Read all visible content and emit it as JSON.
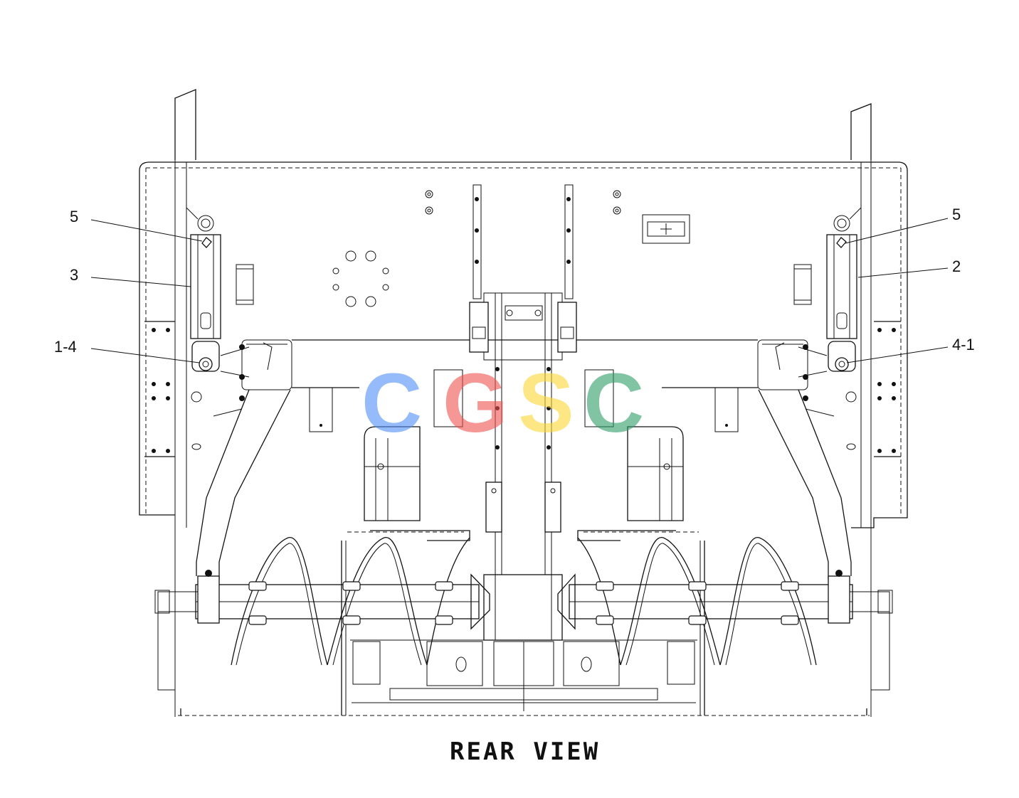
{
  "diagram": {
    "view_title": "REAR VIEW",
    "callouts": [
      {
        "id": "callout-5-left",
        "label": "5"
      },
      {
        "id": "callout-3-left",
        "label": "3"
      },
      {
        "id": "callout-1-4-left",
        "label": "1-4"
      },
      {
        "id": "callout-5-right",
        "label": "5"
      },
      {
        "id": "callout-2-right",
        "label": "2"
      },
      {
        "id": "callout-4-1-right",
        "label": "4-1"
      }
    ]
  },
  "watermark": {
    "letters": [
      "C",
      "G",
      "S",
      "C"
    ],
    "colors": [
      "#4f8ef7",
      "#ef5350",
      "#fdd835",
      "#2e9e67"
    ]
  }
}
